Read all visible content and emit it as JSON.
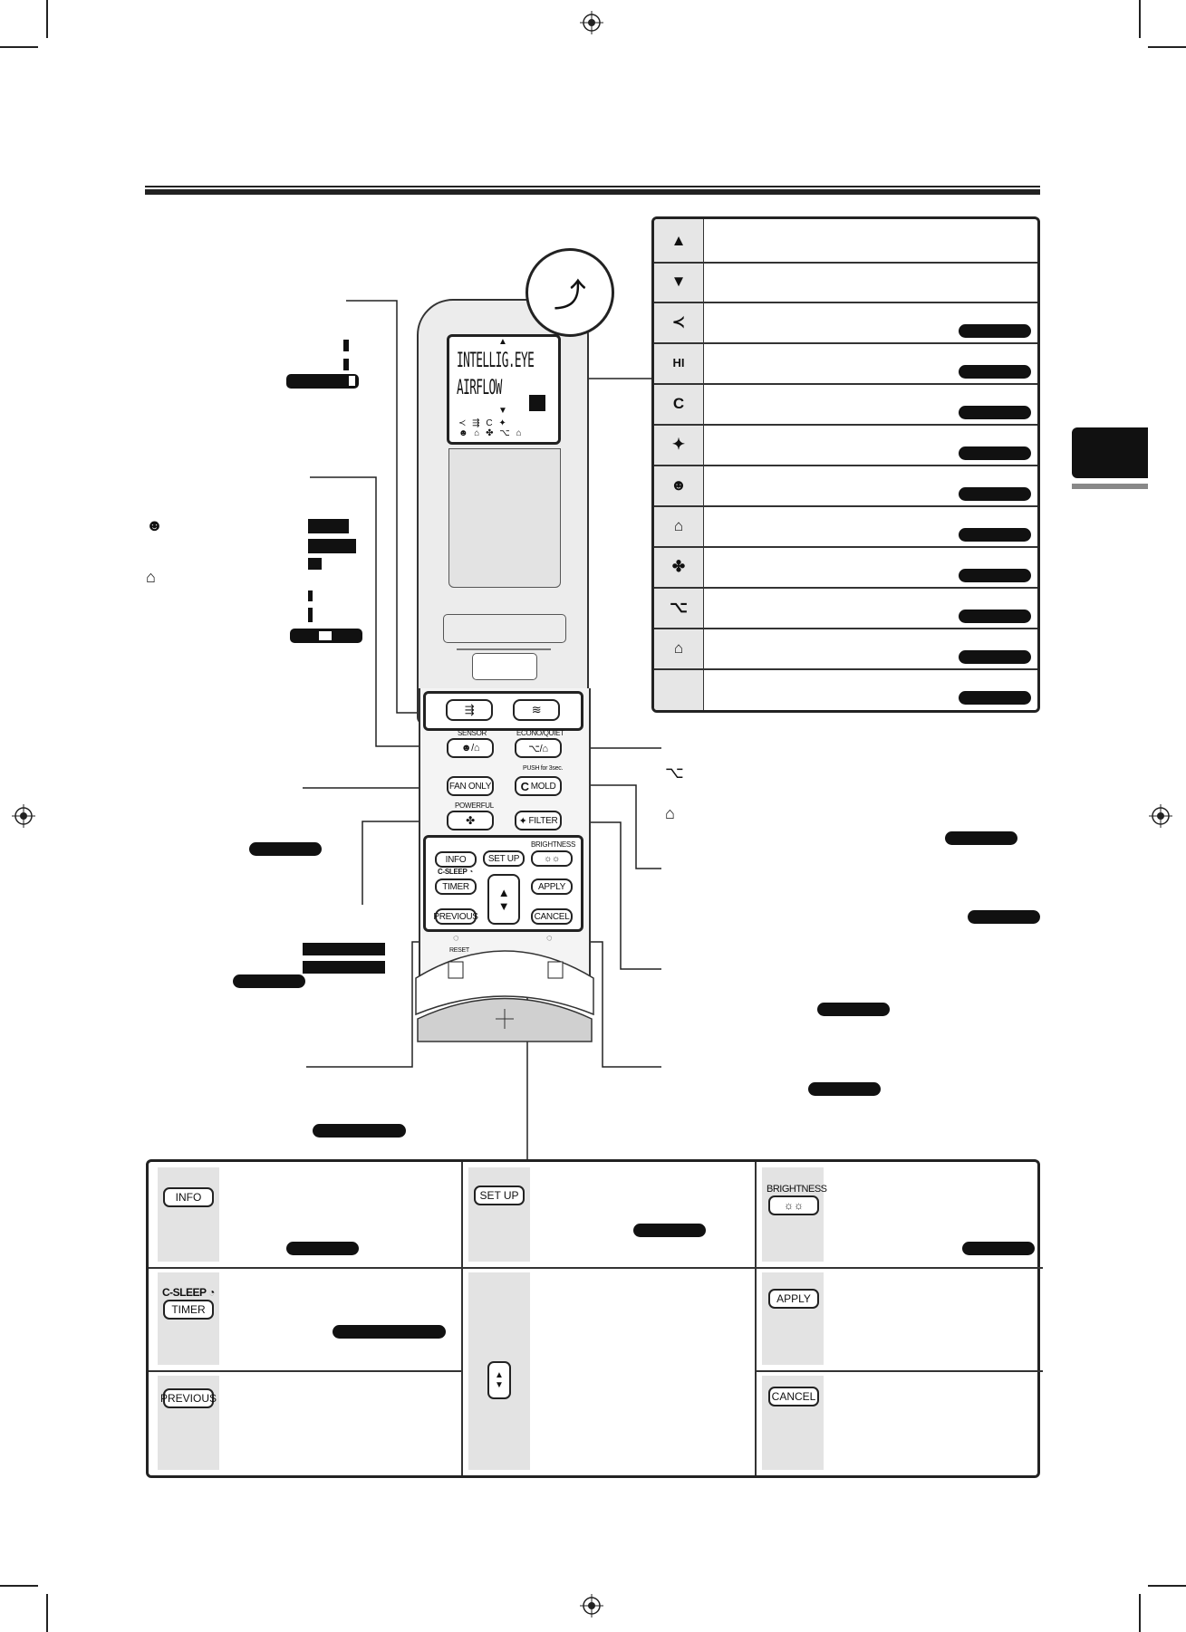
{
  "lcd": {
    "line1": "INTELLIG.EYE",
    "line2": "AIRFLOW",
    "arrow_up": "▲",
    "arrow_down": "▼"
  },
  "table": {
    "rows": [
      {
        "icon": "up-arrow-icon",
        "glyph": "▲"
      },
      {
        "icon": "down-arrow-icon",
        "glyph": "▼"
      },
      {
        "icon": "airflow-icon",
        "glyph": "≺"
      },
      {
        "icon": "airflow-hi-icon",
        "glyph": "HI"
      },
      {
        "icon": "mold-icon",
        "glyph": "C"
      },
      {
        "icon": "filter-icon",
        "glyph": "✦"
      },
      {
        "icon": "sensor-person-icon",
        "glyph": "☻"
      },
      {
        "icon": "sensor-room-icon",
        "glyph": "⌂"
      },
      {
        "icon": "powerful-icon",
        "glyph": "✤"
      },
      {
        "icon": "econo-icon",
        "glyph": "⌥"
      },
      {
        "icon": "quiet-icon",
        "glyph": "⌂"
      },
      {
        "icon": "blank-icon",
        "glyph": ""
      }
    ]
  },
  "remote": {
    "labels": {
      "sensor": "SENSOR",
      "econo_quiet": "ECONO/QUIET",
      "push_for": "PUSH for 3sec.",
      "powerful": "POWERFUL",
      "brightness": "BRIGHTNESS",
      "c_sleep": "C-SLEEP",
      "reset": "RESET"
    },
    "buttons": {
      "fan_only": "FAN ONLY",
      "mold": "MOLD",
      "filter": "FILTER",
      "info": "INFO",
      "setup": "SET UP",
      "timer": "TIMER",
      "apply": "APPLY",
      "previous": "PREVIOUS",
      "cancel": "CANCEL"
    }
  },
  "bottom": {
    "info": "INFO",
    "setup": "SET UP",
    "brightness": "BRIGHTNESS",
    "c_sleep": "C-SLEEP",
    "timer": "TIMER",
    "apply": "APPLY",
    "previous": "PREVIOUS",
    "cancel": "CANCEL"
  }
}
